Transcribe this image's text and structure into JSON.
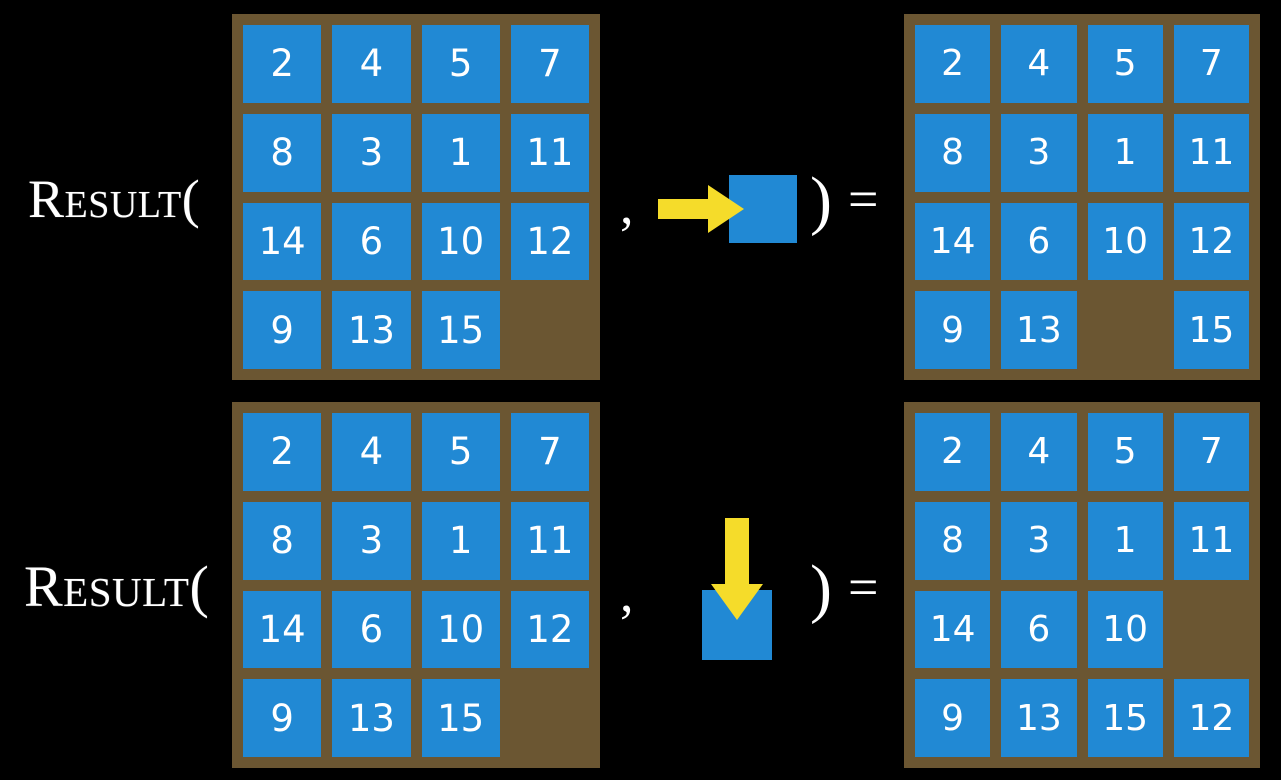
{
  "page": {
    "background_color": "#000000",
    "tile_color": "#2189d4",
    "board_color": "#6b5632",
    "arrow_color": "#f5dc2a",
    "text_color": "#ffffff"
  },
  "rows": [
    {
      "id": "row-right-move",
      "label": "Result(",
      "comma": ",",
      "close_paren": ")",
      "equals": "=",
      "move": {
        "direction": "right",
        "arrow_icon": "arrow-right-icon",
        "tile_label": ""
      },
      "input_board": {
        "name": "input-board-top",
        "cells": [
          [
            "2",
            "4",
            "5",
            "7"
          ],
          [
            "8",
            "3",
            "1",
            "11"
          ],
          [
            "14",
            "6",
            "10",
            "12"
          ],
          [
            "9",
            "13",
            "15",
            ""
          ]
        ]
      },
      "output_board": {
        "name": "output-board-top",
        "cells": [
          [
            "2",
            "4",
            "5",
            "7"
          ],
          [
            "8",
            "3",
            "1",
            "11"
          ],
          [
            "14",
            "6",
            "10",
            "12"
          ],
          [
            "9",
            "13",
            "",
            "15"
          ]
        ]
      }
    },
    {
      "id": "row-down-move",
      "label": "Result(",
      "comma": ",",
      "close_paren": ")",
      "equals": "=",
      "move": {
        "direction": "down",
        "arrow_icon": "arrow-down-icon",
        "tile_label": ""
      },
      "input_board": {
        "name": "input-board-bottom",
        "cells": [
          [
            "2",
            "4",
            "5",
            "7"
          ],
          [
            "8",
            "3",
            "1",
            "11"
          ],
          [
            "14",
            "6",
            "10",
            "12"
          ],
          [
            "9",
            "13",
            "15",
            ""
          ]
        ]
      },
      "output_board": {
        "name": "output-board-bottom",
        "cells": [
          [
            "2",
            "4",
            "5",
            "7"
          ],
          [
            "8",
            "3",
            "1",
            "11"
          ],
          [
            "14",
            "6",
            "10",
            ""
          ],
          [
            "9",
            "13",
            "15",
            "12"
          ]
        ]
      }
    }
  ]
}
